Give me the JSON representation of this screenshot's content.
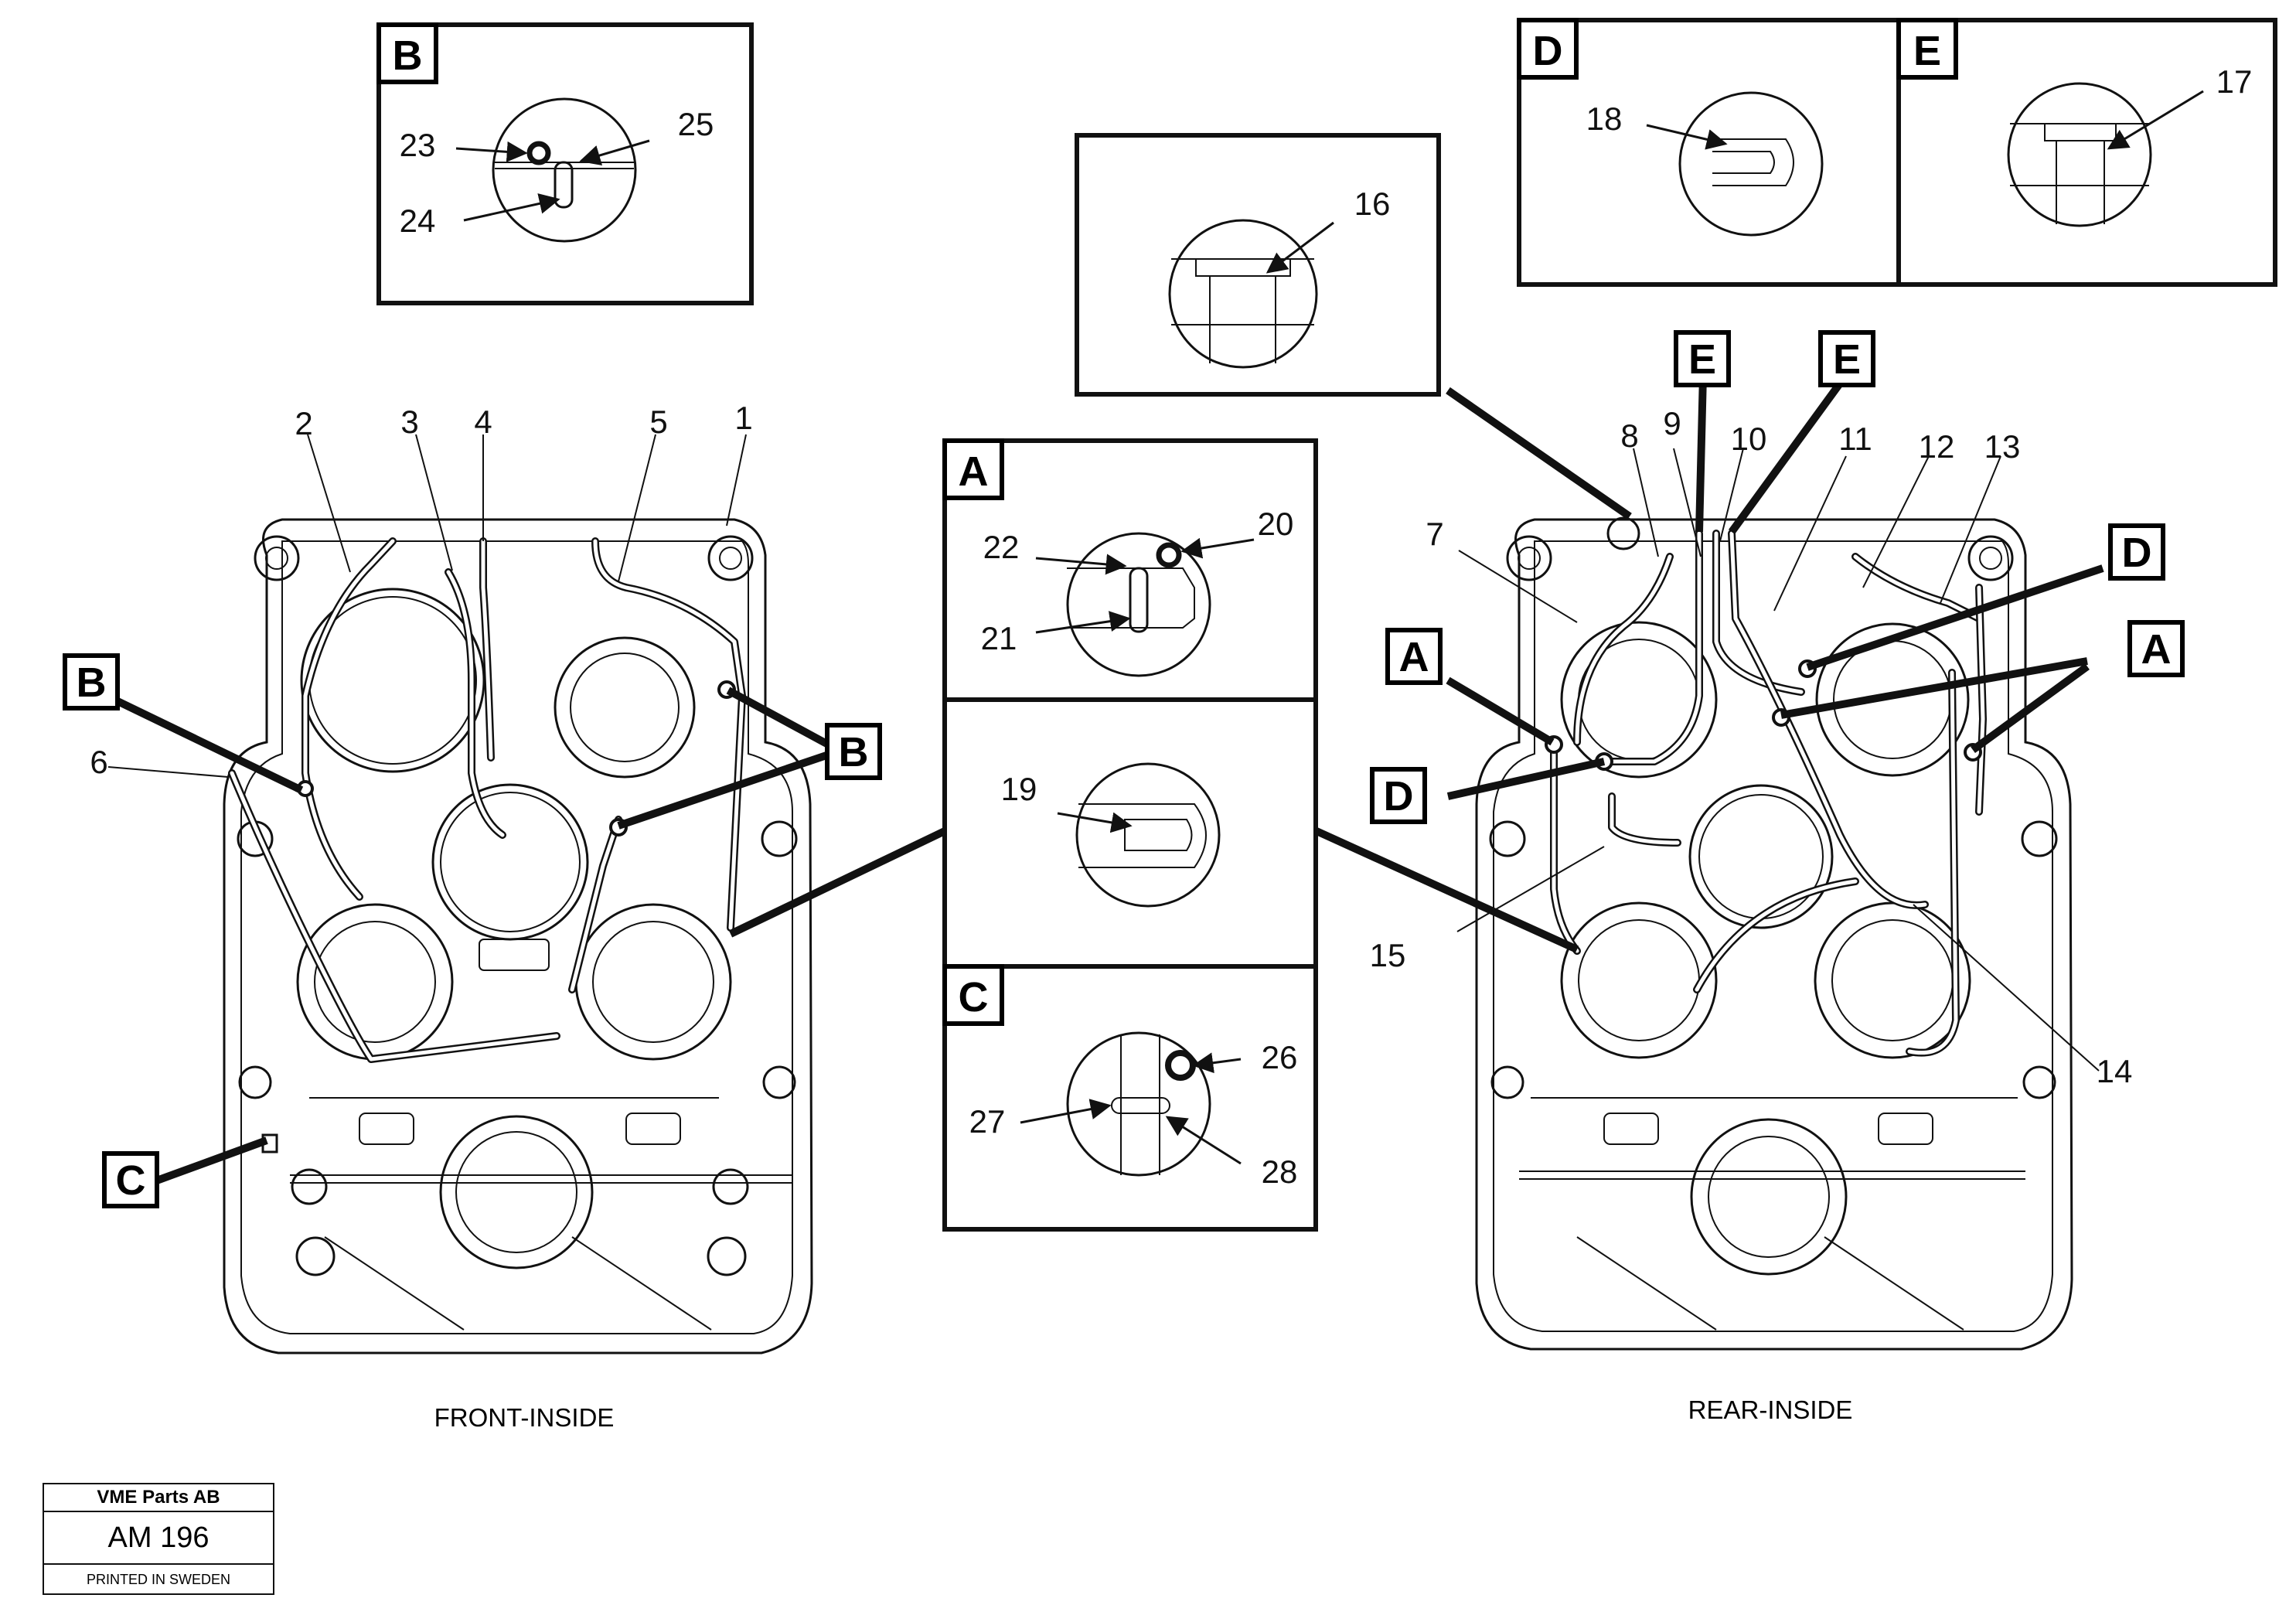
{
  "views": {
    "front": "FRONT-INSIDE",
    "rear": "REAR-INSIDE"
  },
  "detail_boxes": {
    "A": "A",
    "B": "B",
    "C": "C",
    "D": "D",
    "E": "E"
  },
  "callouts": [
    "1",
    "2",
    "3",
    "4",
    "5",
    "6",
    "7",
    "8",
    "9",
    "10",
    "11",
    "12",
    "13",
    "14",
    "15",
    "16",
    "17",
    "18",
    "19",
    "20",
    "21",
    "22",
    "23",
    "24",
    "25",
    "26",
    "27",
    "28"
  ],
  "title_block": {
    "company": "VME Parts AB",
    "code": "AM 196",
    "printed": "PRINTED IN SWEDEN"
  }
}
